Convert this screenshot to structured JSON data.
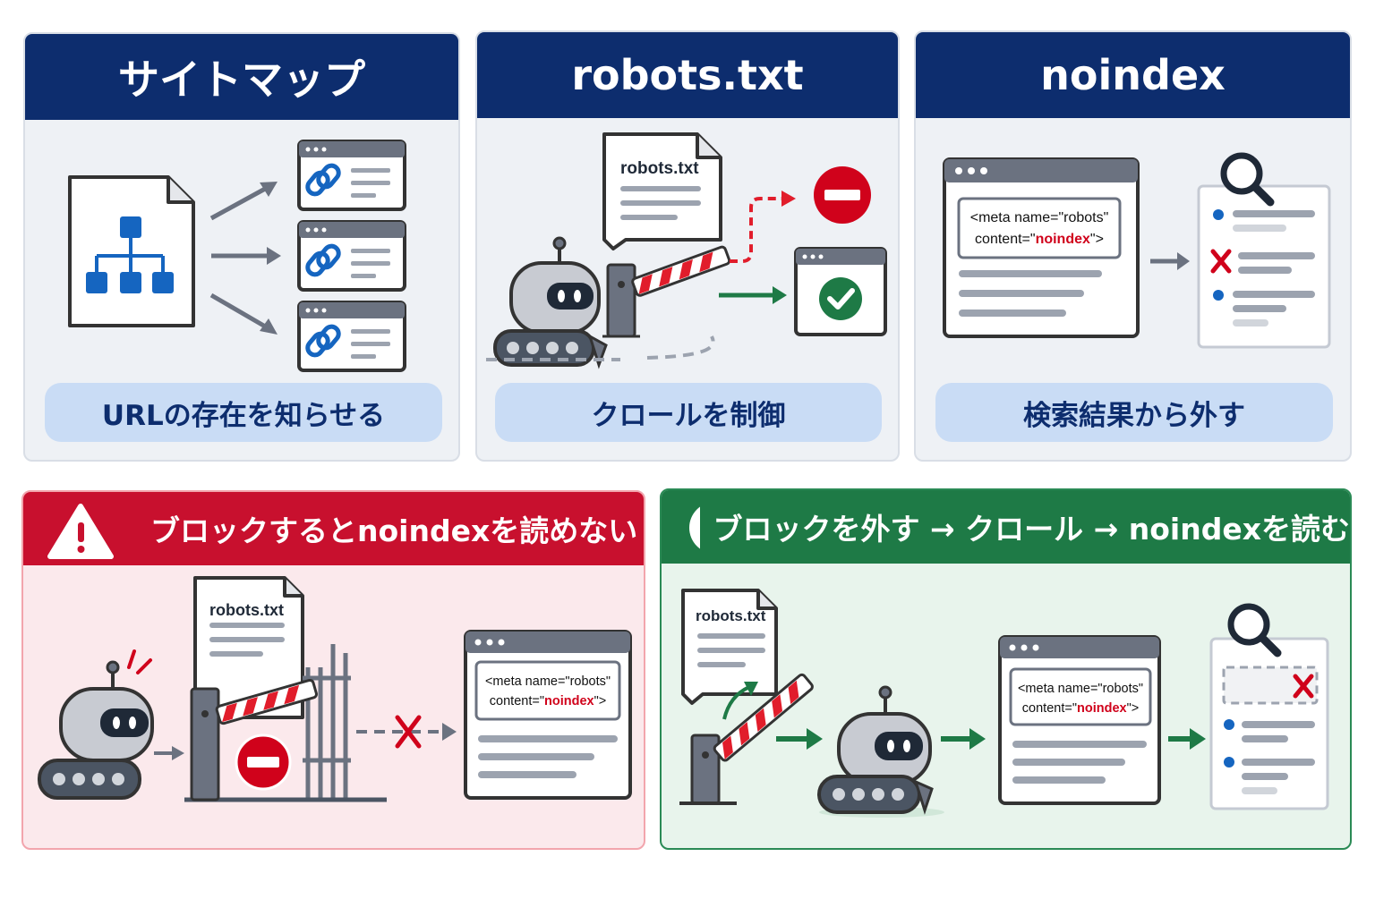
{
  "panels": [
    {
      "title": "サイトマップ",
      "caption": "URLの存在を知らせる"
    },
    {
      "title": "robots.txt",
      "caption": "クロールを制御",
      "file_label": "robots.txt"
    },
    {
      "title": "noindex",
      "caption": "検索結果から外す",
      "meta_line1": "<meta name=\"robots\"",
      "meta_line2_prefix": "content=\"",
      "meta_line2_value": "noindex",
      "meta_line2_suffix": "\">"
    }
  ],
  "warning": {
    "title": "ブロックするとnoindexを読めない",
    "file_label": "robots.txt",
    "meta_line1": "<meta name=\"robots\"",
    "meta_line2_prefix": "content=\"",
    "meta_line2_value": "noindex",
    "meta_line2_suffix": "\">"
  },
  "solution": {
    "title": "ブロックを外す → クロール → noindexを読む",
    "file_label": "robots.txt",
    "meta_line1": "<meta name=\"robots\"",
    "meta_line2_prefix": "content=\"",
    "meta_line2_value": "noindex",
    "meta_line2_suffix": "\">"
  },
  "colors": {
    "navy": "#0d2d6e",
    "blue_accent": "#1565c0",
    "red": "#d0021b",
    "green": "#1e7a46",
    "gray": "#6b7280",
    "warning_bg": "#fbe9ec",
    "solution_bg": "#e8f4ec"
  },
  "icons": [
    "sitemap-tree-icon",
    "link-icon",
    "stop-icon",
    "check-icon",
    "search-icon",
    "warning-icon",
    "robot-icon",
    "barrier-gate-icon"
  ]
}
